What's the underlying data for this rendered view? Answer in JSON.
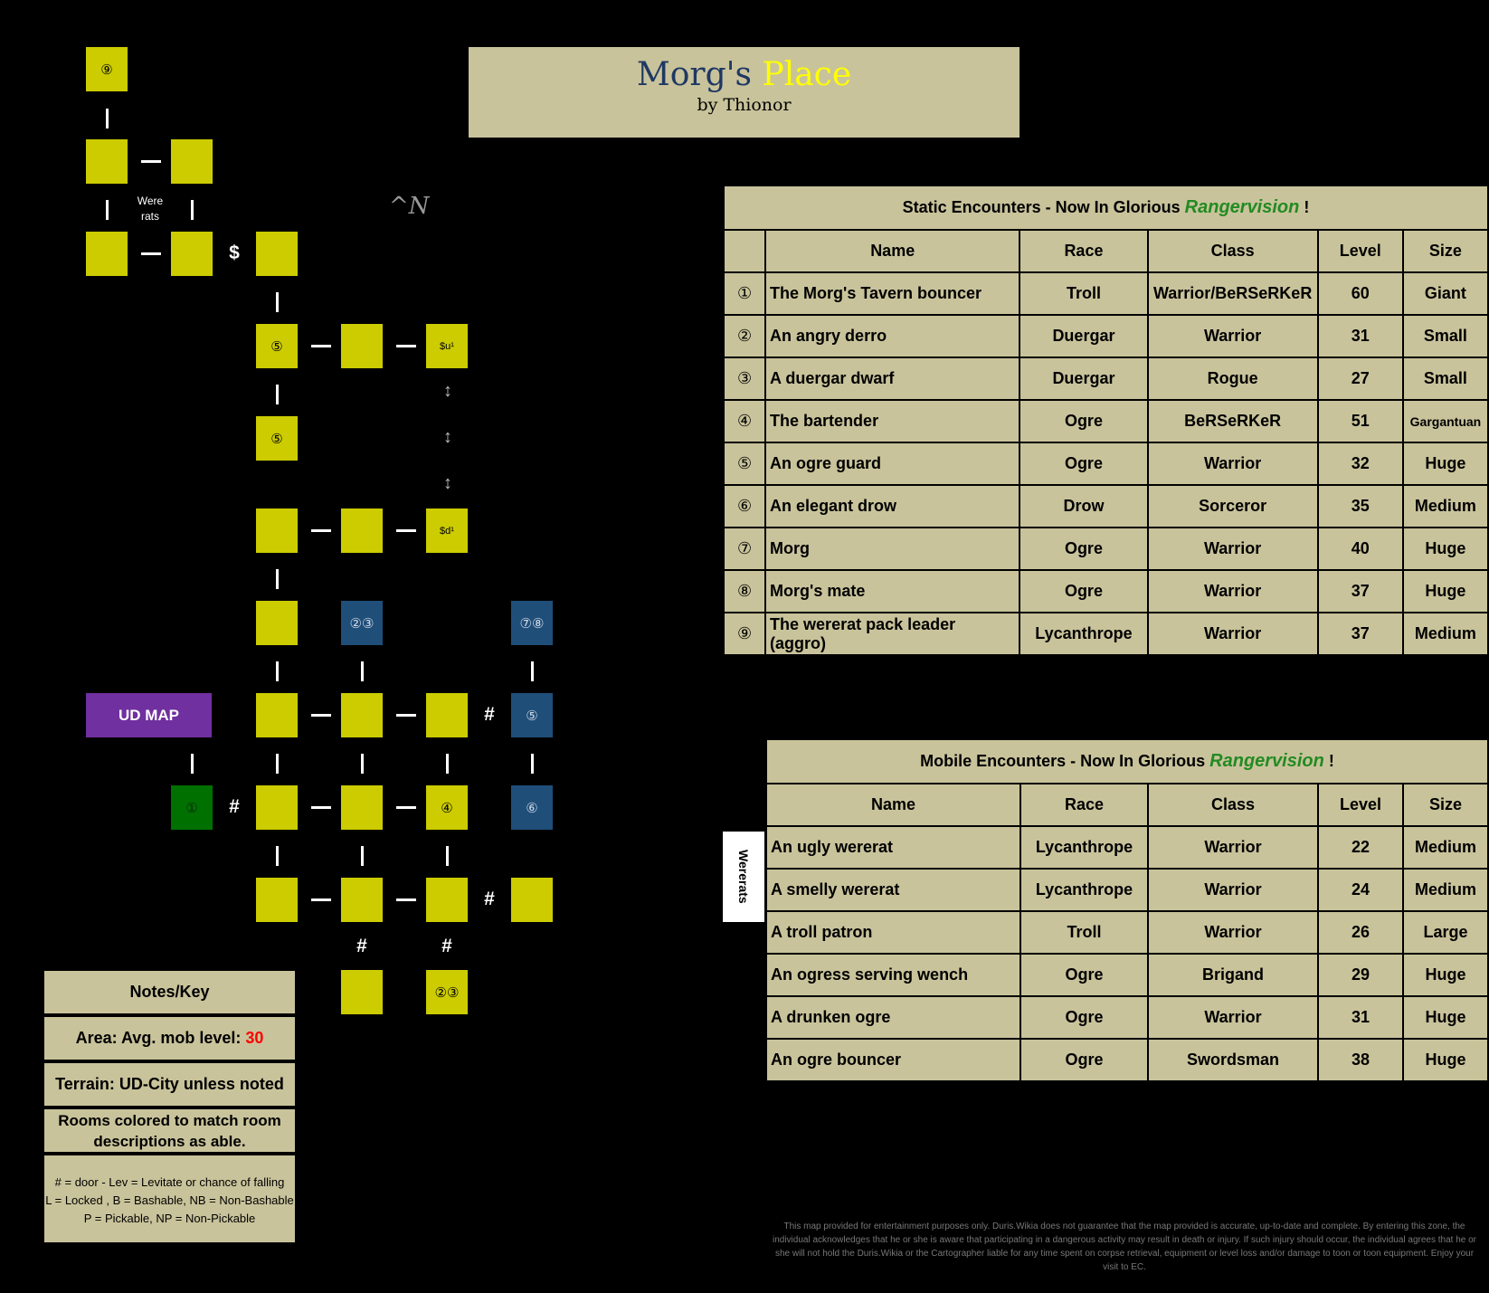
{
  "title": {
    "part1": "Morg's",
    "part2": "Place",
    "by": "by Thionor"
  },
  "compass": "^N",
  "map": {
    "were_label_1": "Were",
    "were_label_2": "rats",
    "r9": "⑨",
    "r5a": "⑤",
    "r5b": "⑤",
    "r5c": "⑤",
    "su": "$u¹",
    "sd": "$d¹",
    "r23a": "②③",
    "r78": "⑦⑧",
    "r1": "①",
    "r4": "④",
    "r6": "⑥",
    "r23b": "②③",
    "ud_map": "UD MAP",
    "dollar": "$",
    "door": "#",
    "updown": "↕"
  },
  "static": {
    "caption_pre": "Static Encounters - Now In Glorious ",
    "caption_rv": "Rangervision",
    "caption_post": " !",
    "headers": [
      "Name",
      "Race",
      "Class",
      "Level",
      "Size"
    ],
    "rows": [
      {
        "num": "①",
        "name": "The Morg's Tavern bouncer",
        "race": "Troll",
        "class": "Warrior/BeRSeRKeR",
        "level": "60",
        "size": "Giant"
      },
      {
        "num": "②",
        "name": "An angry derro",
        "race": "Duergar",
        "class": "Warrior",
        "level": "31",
        "size": "Small"
      },
      {
        "num": "③",
        "name": "A duergar dwarf",
        "race": "Duergar",
        "class": "Rogue",
        "level": "27",
        "size": "Small"
      },
      {
        "num": "④",
        "name": "The bartender",
        "race": "Ogre",
        "class": "BeRSeRKeR",
        "level": "51",
        "size": "Gargantuan"
      },
      {
        "num": "⑤",
        "name": "An ogre guard",
        "race": "Ogre",
        "class": "Warrior",
        "level": "32",
        "size": "Huge"
      },
      {
        "num": "⑥",
        "name": "An elegant drow",
        "race": "Drow",
        "class": "Sorceror",
        "level": "35",
        "size": "Medium"
      },
      {
        "num": "⑦",
        "name": "Morg",
        "race": "Ogre",
        "class": "Warrior",
        "level": "40",
        "size": "Huge"
      },
      {
        "num": "⑧",
        "name": "Morg's mate",
        "race": "Ogre",
        "class": "Warrior",
        "level": "37",
        "size": "Huge"
      },
      {
        "num": "⑨",
        "name": "The wererat pack leader (aggro)",
        "race": "Lycanthrope",
        "class": "Warrior",
        "level": "37",
        "size": "Medium"
      }
    ]
  },
  "mobile": {
    "caption_pre": "Mobile Encounters - Now In Glorious ",
    "caption_rv": "Rangervision",
    "caption_post": " !",
    "headers": [
      "Name",
      "Race",
      "Class",
      "Level",
      "Size"
    ],
    "group_label": "Wererats",
    "rows": [
      {
        "name": "An ugly wererat",
        "race": "Lycanthrope",
        "class": "Warrior",
        "level": "22",
        "size": "Medium"
      },
      {
        "name": "A smelly wererat",
        "race": "Lycanthrope",
        "class": "Warrior",
        "level": "24",
        "size": "Medium"
      },
      {
        "name": "A troll patron",
        "race": "Troll",
        "class": "Warrior",
        "level": "26",
        "size": "Large"
      },
      {
        "name": "An ogress serving wench",
        "race": "Ogre",
        "class": "Brigand",
        "level": "29",
        "size": "Huge"
      },
      {
        "name": "A drunken ogre",
        "race": "Ogre",
        "class": "Warrior",
        "level": "31",
        "size": "Huge"
      },
      {
        "name": "An ogre bouncer",
        "race": "Ogre",
        "class": "Swordsman",
        "level": "38",
        "size": "Huge"
      }
    ]
  },
  "notes": {
    "title": "Notes/Key",
    "area_label": "Area: Avg. mob level: ",
    "area_value": "30",
    "terrain": "Terrain: UD-City unless noted",
    "rooms": "Rooms colored to match room descriptions as able.",
    "key1": "# = door - Lev = Levitate or chance of falling",
    "key2": "L = Locked , B = Bashable, NB = Non-Bashable",
    "key3": "P = Pickable, NP = Non-Pickable"
  },
  "disclaimer": "This map provided for entertainment purposes only. Duris.Wikia does not guarantee that the map provided is accurate, up-to-date and complete. By entering this zone, the individual acknowledges that he or she is aware that participating in a dangerous activity may result in death or injury. If such injury should occur, the individual agrees that he or she will not hold the Duris.Wikia or the Cartographer liable for any time spent on corpse retrieval, equipment or level loss and/or damage to toon or toon equipment. Enjoy your visit to EC.",
  "colors": {
    "room": "#cccc00",
    "blue": "#1f4e79",
    "green": "#007000",
    "purple": "#7030a0",
    "panel": "#c9c39b",
    "rangervision": "#228b22",
    "level_value": "#ff0000"
  }
}
